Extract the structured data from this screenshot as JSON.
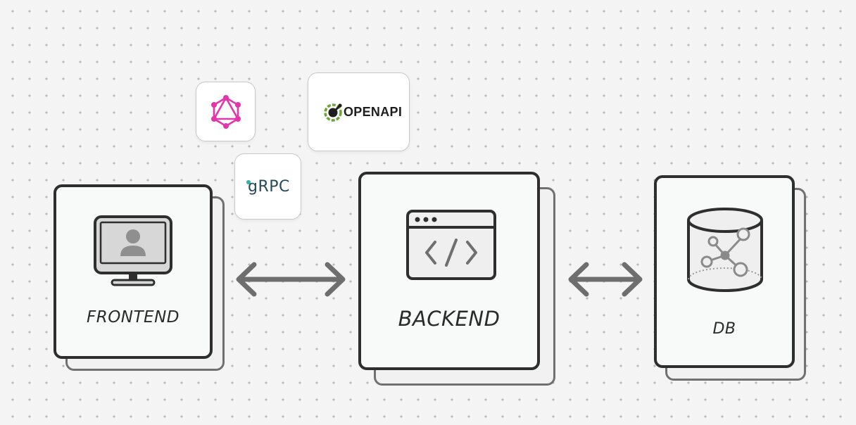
{
  "nodes": {
    "frontend": {
      "label": "FRONTEND"
    },
    "backend": {
      "label": "BACKEND"
    },
    "db": {
      "label": "DB"
    }
  },
  "logos": {
    "graphql": {
      "icon": "graphql-logo-icon",
      "color": "#e535ab"
    },
    "openapi": {
      "text": "OPENAPI",
      "icon": "openapi-logo-icon",
      "color": "#6ba539"
    },
    "grpc": {
      "text": "gRPC",
      "icon": "grpc-logo",
      "color": "#244b5a"
    }
  },
  "arrows": [
    {
      "from": "frontend",
      "to": "backend",
      "type": "bidirectional"
    },
    {
      "from": "backend",
      "to": "db",
      "type": "bidirectional"
    }
  ],
  "colors": {
    "card_border": "#2e2e2e",
    "card_shadow_border": "#707070",
    "arrow": "#6e6e6e",
    "background": "#f4f4f4"
  }
}
